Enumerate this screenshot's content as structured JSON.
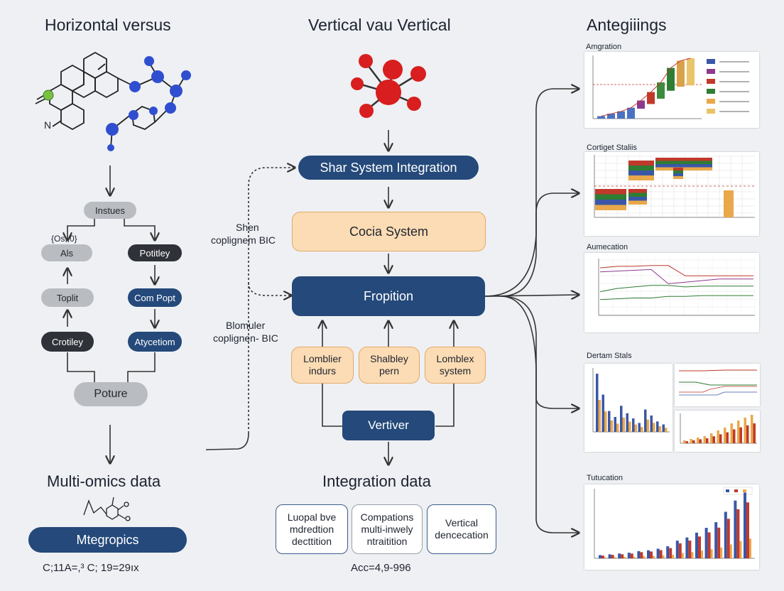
{
  "headers": {
    "left": "Horizontal versus",
    "center": "Vertical vau Vertical",
    "right": "Antegiiings"
  },
  "left_flow": {
    "atom_label": "N",
    "instues": "Instues",
    "side_note": "{Os,,0}",
    "als": "Als",
    "potitley": "Potitley",
    "toplit": "Toplit",
    "com_popt": "Com Popt",
    "crotiley": "Crotiley",
    "atycetiom": "Atycetiom",
    "poture": "Poture",
    "title": "Multi-omics data",
    "button": "Mtegropics",
    "formula": "C;11A=,³ C; 19=29ıx"
  },
  "center_flow": {
    "side_label_1": [
      "Shen",
      "coplignem BIC"
    ],
    "side_label_2": [
      "Blomuler",
      "coplignen- BIC"
    ],
    "shar": "Shar System Integration",
    "cocia": "Cocia System",
    "fropition": "Fropition",
    "lomblier": [
      "Lomblier",
      "indurs"
    ],
    "shalbley": [
      "Shalbley",
      "pern"
    ],
    "lomblex": [
      "Lomblex",
      "system"
    ],
    "vertiver": "Vertiver",
    "title": "Integration data",
    "cards": [
      [
        "Luopal bve",
        "mdredtion",
        "decttition"
      ],
      [
        "Compations",
        "multi-inwely",
        "ntraitition"
      ],
      [
        "Vertical",
        "dencecation"
      ]
    ],
    "footer": "Acc=4,9-996"
  },
  "panels": [
    {
      "title": "Amgration"
    },
    {
      "title": "Cortiget Staliis"
    },
    {
      "title": "Aumecation"
    },
    {
      "title": "Dertam Stals"
    },
    {
      "title": "Tutucation"
    }
  ],
  "chart_data": [
    {
      "type": "bar",
      "title": "Amgration",
      "values": [
        2,
        4,
        6,
        9,
        15,
        22,
        30,
        42,
        48,
        50
      ],
      "colors": [
        "#4a72c4",
        "#4a72c4",
        "#4a72c4",
        "#4a72c4",
        "#8b3a8e",
        "#c0392b",
        "#3d8b3d",
        "#2e7d32",
        "#d9a24a",
        "#e9c46a"
      ],
      "legend_colors": [
        "#3a57a7",
        "#8b3a8e",
        "#c0392b",
        "#2e7d32",
        "#e9a84a",
        "#e9c46a"
      ]
    },
    {
      "type": "bar",
      "title": "Cortiget Staliis",
      "colors": [
        "#c0392b",
        "#2e7d32",
        "#3a57a7",
        "#e9a84a"
      ]
    },
    {
      "type": "line",
      "title": "Aumecation",
      "series": [
        {
          "color": "#c0392b",
          "values": [
            60,
            62,
            62,
            63,
            63,
            50,
            50,
            50,
            50,
            50
          ]
        },
        {
          "color": "#8b3a8e",
          "values": [
            55,
            56,
            57,
            58,
            40,
            42,
            44,
            46,
            46,
            46
          ]
        },
        {
          "color": "#2e7d32",
          "values": [
            30,
            34,
            36,
            38,
            38,
            36,
            37,
            37,
            37,
            37
          ]
        },
        {
          "color": "#2e7d32",
          "values": [
            20,
            21,
            22,
            22,
            24,
            24,
            25,
            25,
            25,
            25
          ]
        }
      ]
    },
    {
      "type": "bar",
      "title": "Dertam Stals",
      "values": [
        78,
        50,
        28,
        20,
        35,
        25,
        18,
        12,
        30,
        22,
        14,
        10
      ],
      "colors": [
        "#3a57a7",
        "#e9a84a",
        "#888888"
      ]
    },
    {
      "type": "bar",
      "title": "Tutucation",
      "values": [
        4,
        5,
        6,
        7,
        9,
        10,
        12,
        15,
        22,
        26,
        32,
        38,
        45,
        58,
        72,
        82
      ],
      "colors": [
        "#3a57a7",
        "#c0392b",
        "#e9a84a"
      ]
    }
  ]
}
